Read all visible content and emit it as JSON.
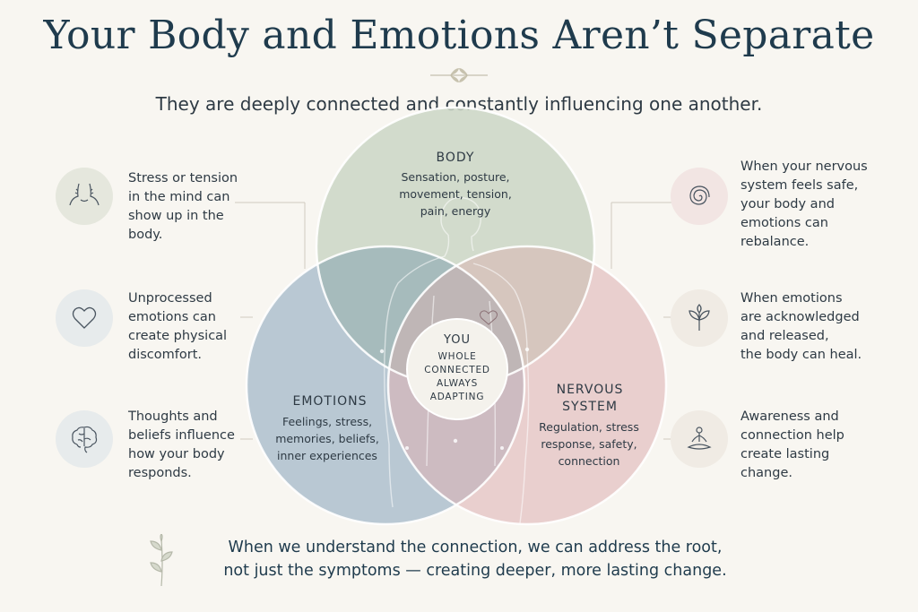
{
  "header": {
    "title": "Your Body and Emotions Aren’t Separate",
    "subtitle": "They are deeply connected and constantly influencing one another."
  },
  "left_items": [
    {
      "icon": "shoulders-tension-icon",
      "text": "Stress or tension\nin the mind can\nshow up in the\nbody.",
      "color": "#e6e8de"
    },
    {
      "icon": "heart-icon",
      "text": "Unprocessed\nemotions can\ncreate physical\ndiscomfort.",
      "color": "#e8ecee"
    },
    {
      "icon": "brain-icon",
      "text": "Thoughts and\nbeliefs influence\nhow your body\nresponds.",
      "color": "#e8ecee"
    }
  ],
  "right_items": [
    {
      "icon": "spiral-icon",
      "text": "When your nervous\nsystem feels safe,\nyour body and\nemotions can\nrebalance.",
      "color": "#f3e6e4"
    },
    {
      "icon": "sprout-icon",
      "text": "When emotions\nare acknowledged\nand released,\nthe body can heal.",
      "color": "#f1ebe5"
    },
    {
      "icon": "meditation-icon",
      "text": "Awareness and\nconnection help\ncreate lasting\nchange.",
      "color": "#f1ebe5"
    }
  ],
  "circles": {
    "body": {
      "label": "BODY",
      "desc": "Sensation, posture,\nmovement, tension,\npain, energy",
      "color": "#c9d4c3"
    },
    "emotions": {
      "label": "EMOTIONS",
      "desc": "Feelings, stress,\nmemories, beliefs,\ninner experiences",
      "color": "#a9bccb"
    },
    "nervous": {
      "label": "NERVOUS\nSYSTEM",
      "desc": "Regulation, stress\nresponse, safety,\nconnection",
      "color": "#e3c3c3"
    }
  },
  "center": {
    "title": "YOU",
    "words": "WHOLE\nCONNECTED\nALWAYS\nADAPTING"
  },
  "footer": {
    "text": "When we understand the connection, we can address the root,\nnot just the symptoms — creating deeper, more lasting change."
  }
}
